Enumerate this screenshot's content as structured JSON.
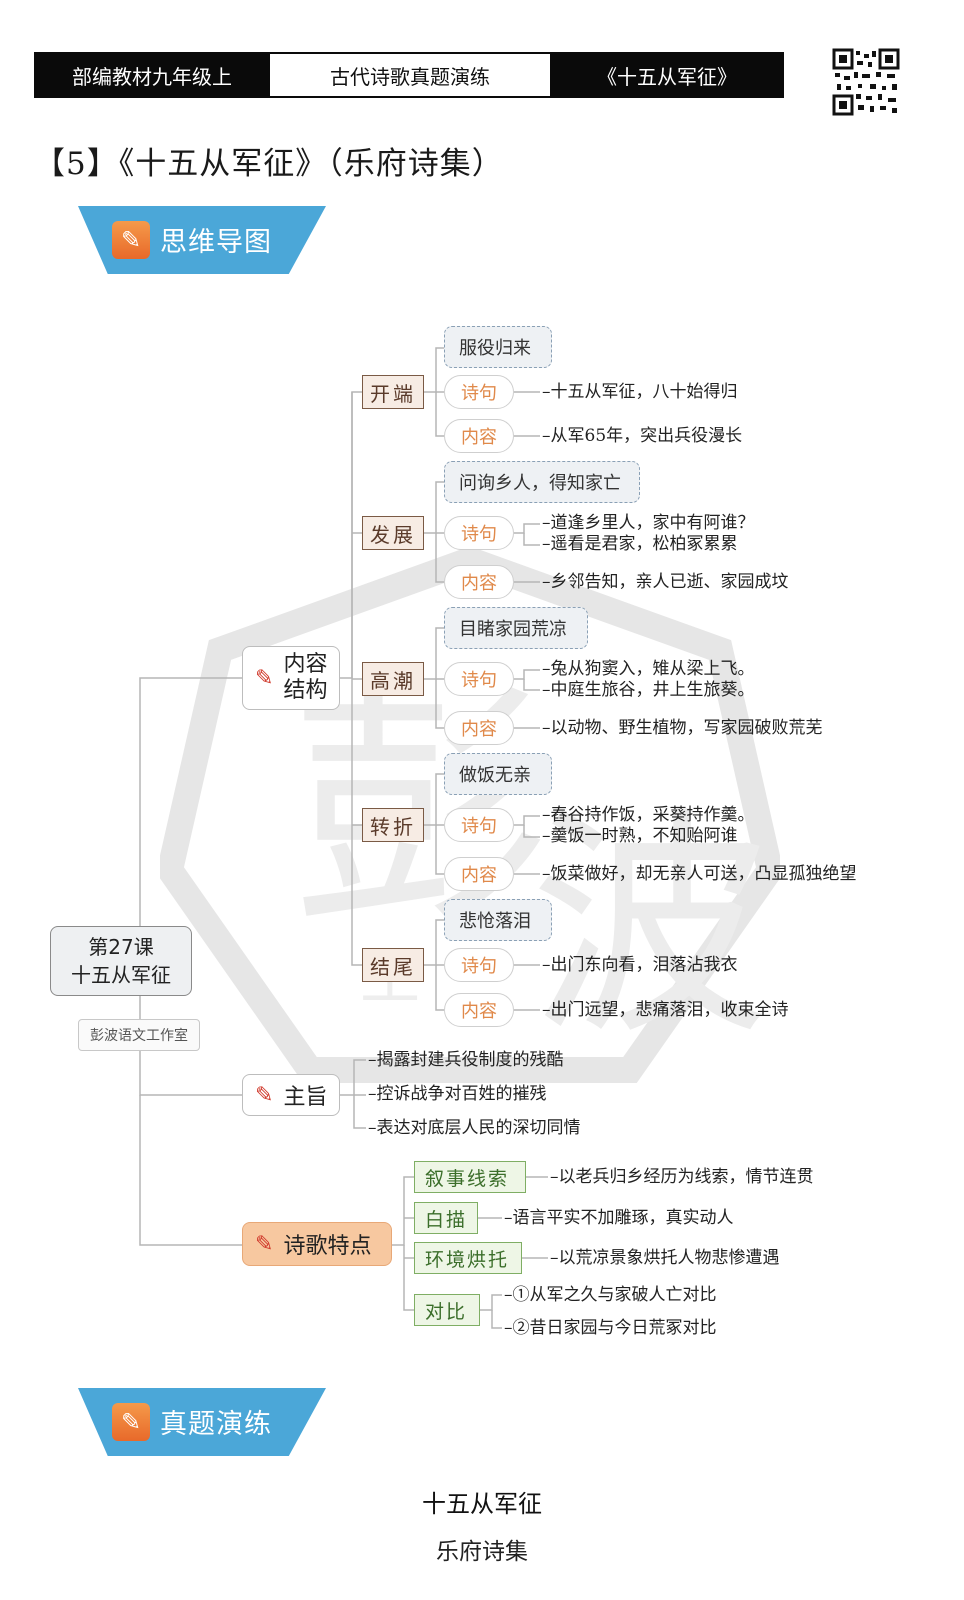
{
  "header": {
    "left": "部编教材九年级上",
    "center": "古代诗歌真题演练",
    "right": "《十五从军征》"
  },
  "title": "【5】《十五从军征》（乐府诗集）",
  "banner1": "思维导图",
  "banner2": "真题演练",
  "root": {
    "line1": "第27课",
    "line2": "十五从军征"
  },
  "studio": "彭波语文工作室",
  "structure": {
    "label1": "内容",
    "label2": "结构",
    "sections": [
      {
        "name": "开端",
        "summary": "服役归来",
        "poem_tag": "诗句",
        "poem": [
          "–十五从军征，八十始得归"
        ],
        "content_tag": "内容",
        "content": "–从军65年，突出兵役漫长"
      },
      {
        "name": "发展",
        "summary": "问询乡人，得知家亡",
        "poem_tag": "诗句",
        "poem": [
          "–道逢乡里人，家中有阿谁？",
          "–遥看是君家，松柏冢累累"
        ],
        "content_tag": "内容",
        "content": "–乡邻告知，亲人已逝、家园成坟"
      },
      {
        "name": "高潮",
        "summary": "目睹家园荒凉",
        "poem_tag": "诗句",
        "poem": [
          "–兔从狗窦入，雉从梁上飞。",
          "–中庭生旅谷，井上生旅葵。"
        ],
        "content_tag": "内容",
        "content": "–以动物、野生植物，写家园破败荒芜"
      },
      {
        "name": "转折",
        "summary": "做饭无亲",
        "poem_tag": "诗句",
        "poem": [
          "–舂谷持作饭，采葵持作羹。",
          "–羹饭一时熟，不知贻阿谁"
        ],
        "content_tag": "内容",
        "content": "–饭菜做好，却无亲人可送，凸显孤独绝望"
      },
      {
        "name": "结尾",
        "summary": "悲怆落泪",
        "poem_tag": "诗句",
        "poem": [
          "–出门东向看，泪落沾我衣"
        ],
        "content_tag": "内容",
        "content": "–出门远望，悲痛落泪，收束全诗"
      }
    ]
  },
  "theme": {
    "label": "主旨",
    "items": [
      "–揭露封建兵役制度的残酷",
      "–控诉战争对百姓的摧残",
      "–表达对底层人民的深切同情"
    ]
  },
  "features": {
    "label": "诗歌特点",
    "items": [
      {
        "name": "叙事线索",
        "desc": [
          "–以老兵归乡经历为线索，情节连贯"
        ]
      },
      {
        "name": "白描",
        "desc": [
          "–语言平实不加雕琢，真实动人"
        ]
      },
      {
        "name": "环境烘托",
        "desc": [
          "–以荒凉景象烘托人物悲惨遭遇"
        ]
      },
      {
        "name": "对比",
        "desc": [
          "–①从军之久与家破人亡对比",
          "–②昔日家园与今日荒冢对比"
        ]
      }
    ]
  },
  "poem": {
    "title": "十五从军征",
    "source": "乐府诗集"
  },
  "icons": {
    "pen": "pencil-icon",
    "qr": "qr-code-icon",
    "watermark": "watermark-seal"
  }
}
